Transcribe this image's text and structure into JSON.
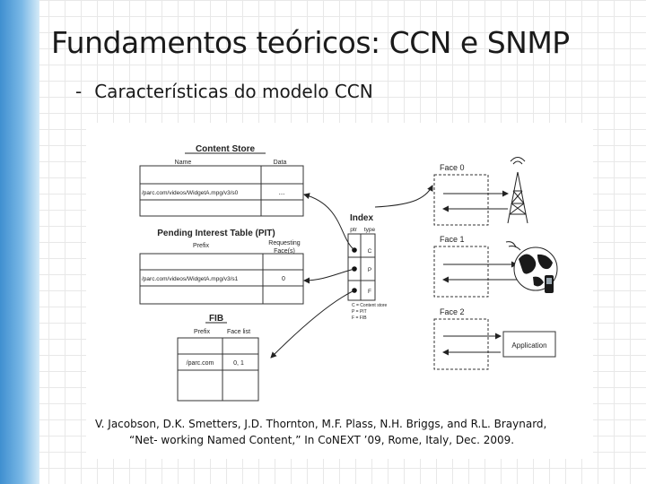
{
  "slide": {
    "title": "Fundamentos teóricos: CCN e SNMP",
    "bullet_dash": "-",
    "bullet": "Características do modelo CCN"
  },
  "diagram": {
    "content_store": {
      "title": "Content Store",
      "col_name": "Name",
      "col_data": "Data",
      "row_name": "/parc.com/videos/WidgetA.mpg/v3/s0",
      "row_data": "..."
    },
    "pit": {
      "title": "Pending Interest Table (PIT)",
      "col_prefix": "Prefix",
      "col_faces_1": "Requesting",
      "col_faces_2": "Face(s)",
      "row_prefix": "/parc.com/videos/WidgetA.mpg/v3/s1",
      "row_faces": "0"
    },
    "fib": {
      "title": "FIB",
      "col_prefix": "Prefix",
      "col_faces": "Face list",
      "row_prefix": "/parc.com",
      "row_faces": "0, 1"
    },
    "index": {
      "title": "Index",
      "col_ptr": "ptr",
      "col_type": "type",
      "types": [
        "C",
        "P",
        "F"
      ],
      "legend": [
        "C = Content store",
        "P = PIT",
        "F = FIB"
      ]
    },
    "faces": [
      "Face 0",
      "Face 1",
      "Face 2"
    ],
    "application": "Application"
  },
  "citation": {
    "line1": "V. Jacobson, D.K. Smetters, J.D. Thornton, M.F. Plass, N.H. Briggs, and R.L. Braynard,",
    "line2": "“Net- working Named Content,” In CoNEXT ’09, Rome, Italy, Dec. 2009."
  }
}
